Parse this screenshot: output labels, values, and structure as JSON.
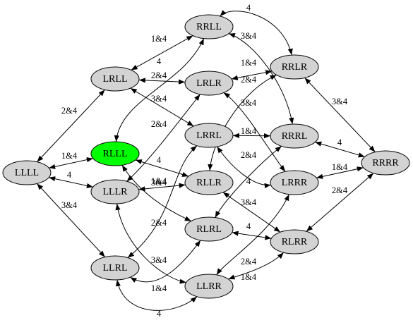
{
  "colors": {
    "node_default": "#d3d3d3",
    "node_highlight": "#00ff00",
    "edge": "#000000"
  },
  "nodes": [
    {
      "id": "LLLL",
      "label": "LLLL",
      "highlight": false
    },
    {
      "id": "RLLL",
      "label": "RLLL",
      "highlight": true
    },
    {
      "id": "LRLL",
      "label": "LRLL",
      "highlight": false
    },
    {
      "id": "LLRL",
      "label": "LLRL",
      "highlight": false
    },
    {
      "id": "LLLR",
      "label": "LLLR",
      "highlight": false
    },
    {
      "id": "RRLL",
      "label": "RRLL",
      "highlight": false
    },
    {
      "id": "LRLR",
      "label": "LRLR",
      "highlight": false
    },
    {
      "id": "LRRL",
      "label": "LRRL",
      "highlight": false
    },
    {
      "id": "RLLR",
      "label": "RLLR",
      "highlight": false
    },
    {
      "id": "RLRL",
      "label": "RLRL",
      "highlight": false
    },
    {
      "id": "LLRR",
      "label": "LLRR",
      "highlight": false
    },
    {
      "id": "RRLR",
      "label": "RRLR",
      "highlight": false
    },
    {
      "id": "RRRL",
      "label": "RRRL",
      "highlight": false
    },
    {
      "id": "LRRR",
      "label": "LRRR",
      "highlight": false
    },
    {
      "id": "RLRR",
      "label": "RLRR",
      "highlight": false
    },
    {
      "id": "RRRR",
      "label": "RRRR",
      "highlight": false
    }
  ],
  "edges": [
    {
      "from": "LLLL",
      "to": "RLLL",
      "label": "1&4"
    },
    {
      "from": "LLLL",
      "to": "LRLL",
      "label": "2&4"
    },
    {
      "from": "LLLL",
      "to": "LLLR",
      "label": "4"
    },
    {
      "from": "LLLL",
      "to": "LLRL",
      "label": "3&4"
    },
    {
      "from": "LRLL",
      "to": "RRLL",
      "label": "1&4"
    },
    {
      "from": "LRLL",
      "to": "LRLR",
      "label": "4"
    },
    {
      "from": "LRLL",
      "to": "LRRL",
      "label": "3&4"
    },
    {
      "from": "RLLL",
      "to": "RRLL",
      "label": "2&4"
    },
    {
      "from": "RLLL",
      "to": "RLLR",
      "label": "4"
    },
    {
      "from": "RLLL",
      "to": "RLRL",
      "label": "3&4"
    },
    {
      "from": "LLLR",
      "to": "LRLR",
      "label": "2&4"
    },
    {
      "from": "LLLR",
      "to": "RLLR",
      "label": "1&4"
    },
    {
      "from": "LLLR",
      "to": "LLRR",
      "label": "3&4"
    },
    {
      "from": "LLRL",
      "to": "LRRL",
      "label": "2&4"
    },
    {
      "from": "LLRL",
      "to": "RLRL",
      "label": "1&4"
    },
    {
      "from": "LLRL",
      "to": "LLRR",
      "label": "4"
    },
    {
      "from": "RRLL",
      "to": "RRLR",
      "label": "4"
    },
    {
      "from": "RRLL",
      "to": "RRRL",
      "label": "3&4"
    },
    {
      "from": "LRLR",
      "to": "RRLR",
      "label": "1&4"
    },
    {
      "from": "LRLR",
      "to": "LRRR",
      "label": "3&4"
    },
    {
      "from": "LRRL",
      "to": "RRRL",
      "label": "1&4"
    },
    {
      "from": "LRRL",
      "to": "LRRR",
      "label": "4"
    },
    {
      "from": "RLLR",
      "to": "RRLR",
      "label": "2&4"
    },
    {
      "from": "RLLR",
      "to": "RLRR",
      "label": "3&4"
    },
    {
      "from": "RLRL",
      "to": "RRRL",
      "label": "2&4"
    },
    {
      "from": "RLRL",
      "to": "RLRR",
      "label": "4"
    },
    {
      "from": "LLRR",
      "to": "LRRR",
      "label": "2&4"
    },
    {
      "from": "LLRR",
      "to": "RLRR",
      "label": "1&4"
    },
    {
      "from": "RRLR",
      "to": "RRRR",
      "label": "3&4"
    },
    {
      "from": "RRRL",
      "to": "RRRR",
      "label": "4"
    },
    {
      "from": "LRRR",
      "to": "RRRR",
      "label": "1&4"
    },
    {
      "from": "RLRR",
      "to": "RRRR",
      "label": "2&4"
    }
  ]
}
